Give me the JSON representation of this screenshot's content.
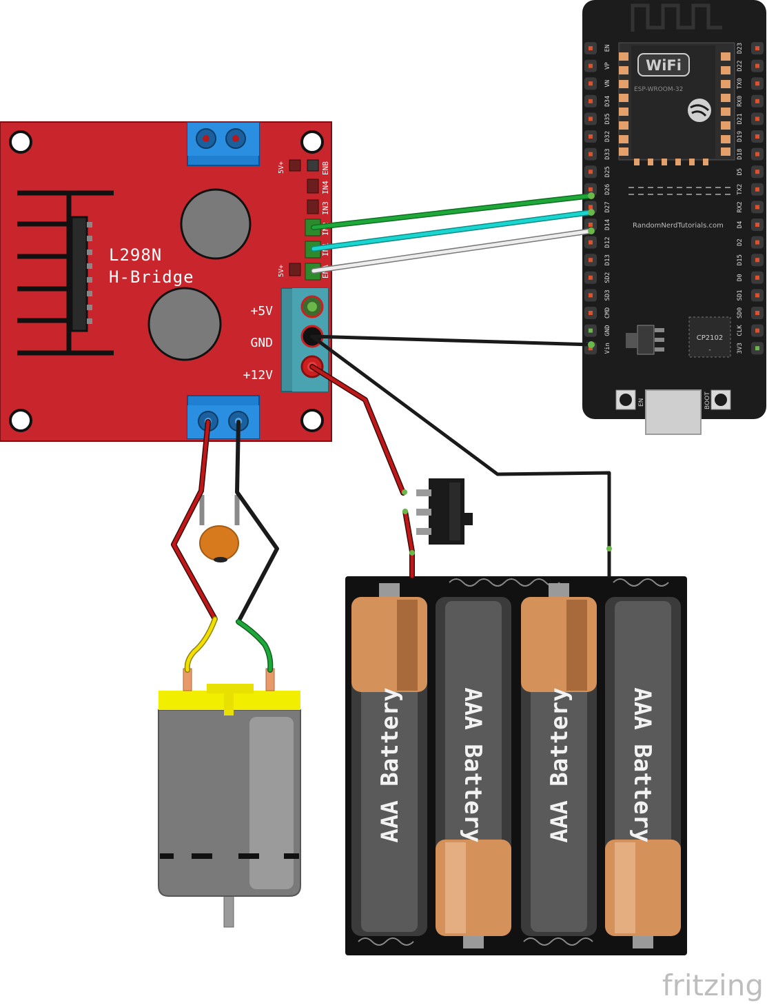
{
  "hbridge": {
    "title_line1": "L298N",
    "title_line2": "H-Bridge",
    "label_5v": "+5V",
    "label_gnd": "GND",
    "label_12v": "+12V",
    "pin_5v_top": "5V+",
    "pin_5v_bottom": "5V+",
    "pin_labels": [
      "ENB",
      "IN4",
      "IN3",
      "IN2",
      "IN1",
      "ENA"
    ]
  },
  "esp32": {
    "wifi_logo": "WiFi",
    "module_name": "ESP-WROOM-32",
    "website": "RandomNerdTutorials.com",
    "chip_label": "CP2102",
    "chip_dash": "-",
    "button_en": "EN",
    "button_boot": "BOOT",
    "left_pins": [
      "EN",
      "VP",
      "VN",
      "D34",
      "D35",
      "D32",
      "D33",
      "D25",
      "D26",
      "D27",
      "D14",
      "D12",
      "D13",
      "SD2",
      "SD3",
      "CMD",
      "GND",
      "Vin"
    ],
    "right_pins": [
      "D23",
      "D22",
      "TX0",
      "RX0",
      "D21",
      "D19",
      "D18",
      "D5",
      "TX2",
      "RX2",
      "D4",
      "D2",
      "D15",
      "D0",
      "SD1",
      "SD0",
      "CLK",
      "3V3"
    ]
  },
  "batteries": {
    "cells": [
      "AAA Battery",
      "AAA Battery",
      "AAA Battery",
      "AAA Battery"
    ]
  },
  "watermark": "fritzing",
  "colors": {
    "board_red": "#c8262c",
    "esp_black": "#1c1c1c",
    "wire_green": "#1fa83a",
    "wire_cyan": "#19d7d0",
    "wire_white": "#e6e6e6",
    "wire_red": "#c01818",
    "wire_black": "#1a1a1a",
    "motor_yellow": "#f2ee00",
    "battery_copper": "#d4915a"
  }
}
